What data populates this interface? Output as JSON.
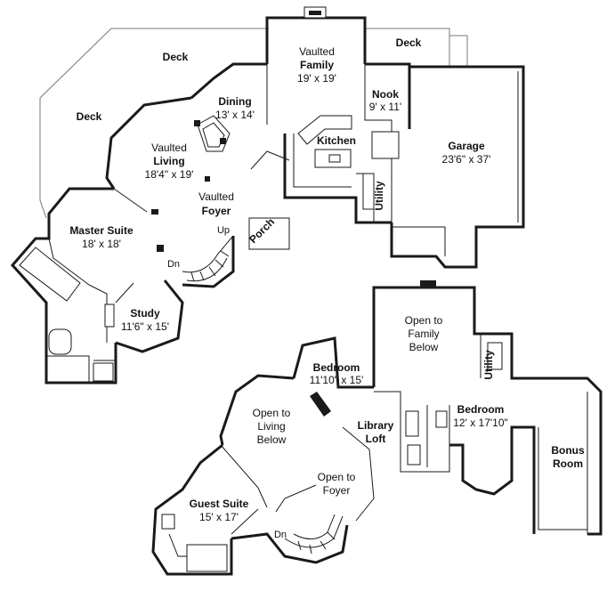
{
  "rooms": {
    "deck_left": "Deck",
    "deck_mid": "Deck",
    "deck_right": "Deck",
    "family_pre": "Vaulted",
    "family_name": "Family",
    "family_dim": "19' x 19'",
    "dining_name": "Dining",
    "dining_dim": "13' x 14'",
    "nook_name": "Nook",
    "nook_dim": "9' x 11'",
    "garage_name": "Garage",
    "garage_dim": "23'6\" x 37'",
    "kitchen_name": "Kitchen",
    "living_pre": "Vaulted",
    "living_name": "Living",
    "living_dim": "18'4\" x 19'",
    "foyer_pre": "Vaulted",
    "foyer_name": "Foyer",
    "utility_main": "Utility",
    "porch": "Porch",
    "master_name": "Master Suite",
    "master_dim": "18' x 18'",
    "up": "Up",
    "dn_main": "Dn",
    "study_name": "Study",
    "study_dim": "11'6\" x 15'",
    "open_family_1": "Open to",
    "open_family_2": "Family",
    "open_family_3": "Below",
    "utility_upper": "Utility",
    "bedroom1_name": "Bedroom",
    "bedroom1_dim": "11'10\" x 15'",
    "open_living_1": "Open to",
    "open_living_2": "Living",
    "open_living_3": "Below",
    "library_1": "Library",
    "library_2": "Loft",
    "bedroom2_name": "Bedroom",
    "bedroom2_dim": "12' x 17'10\"",
    "bonus_1": "Bonus",
    "bonus_2": "Room",
    "open_foyer_1": "Open to",
    "open_foyer_2": "Foyer",
    "guest_name": "Guest Suite",
    "guest_dim": "15' x 17'",
    "dn_upper": "Dn"
  }
}
